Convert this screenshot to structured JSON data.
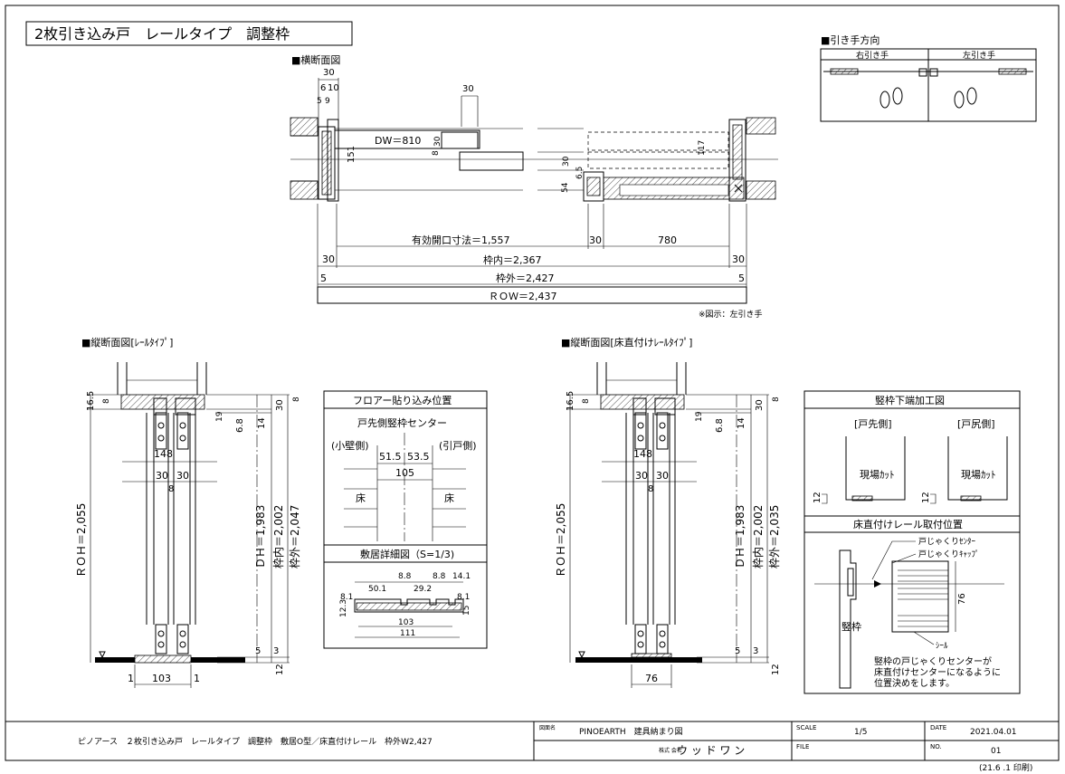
{
  "title": "2枚引き込み戸　レールタイプ　調整枠",
  "plan": {
    "heading": "■横断面図",
    "dims_top": [
      "30",
      "6",
      "10",
      "5",
      "9",
      "30"
    ],
    "dw": "DW＝810",
    "small": [
      "30",
      "8",
      "151",
      "30",
      "6.5",
      "54",
      "117"
    ],
    "eff_label": "有効開口寸法＝1,557",
    "eff_30": "30",
    "eff_780": "780",
    "inner_label": "枠内＝2,367",
    "inner_30a": "30",
    "inner_30b": "30",
    "outer_label": "枠外＝2,427",
    "outer_5a": "5",
    "outer_5b": "5",
    "row_label": "ＲＯＷ＝2,437",
    "note": "※図示：左引き手"
  },
  "pull": {
    "heading": "■引き手方向",
    "right": "右引き手",
    "left": "左引き手"
  },
  "sec_rail": {
    "heading": "■縦断面図[ﾚｰﾙﾀｲﾌﾟ]",
    "d16": "16.5",
    "d8a": "8",
    "d19": "19",
    "d68": "6.8",
    "d14": "14",
    "d30": "30",
    "d8b": "8",
    "d148": "148",
    "d30a": "30",
    "d30b": "30",
    "d8c": "8",
    "roh": "ＲＯＨ＝2,055",
    "dh": "ＤＨ＝1,983",
    "inner": "枠内＝2,002",
    "outer": "枠外＝2,047",
    "d5": "5",
    "d3": "3",
    "d12": "12",
    "b1a": "1",
    "b103": "103",
    "b1b": "1"
  },
  "floor": {
    "heading": "フロアー貼り込み位置",
    "sub": "戸先側竪枠センター",
    "left": "(小壁側)",
    "right": "(引戸側)",
    "d515": "51.5",
    "d535": "53.5",
    "d105": "105",
    "floor_l": "床",
    "floor_r": "床"
  },
  "sill": {
    "heading": "敷居詳細図（S=1/3)",
    "d88a": "8.8",
    "d88b": "8.8",
    "d141": "14.1",
    "d501": "50.1",
    "d292": "29.2",
    "d81a": "8.1",
    "d81b": "8.1",
    "d123": "12.3",
    "d15": "15",
    "d103": "103",
    "d111": "111"
  },
  "sec_floor": {
    "heading": "■縦断面図[床直付けﾚｰﾙﾀｲﾌﾟ]",
    "d16": "16.5",
    "d8a": "8",
    "d19": "19",
    "d68": "6.8",
    "d14": "14",
    "d30": "30",
    "d8b": "8",
    "d148": "148",
    "d30a": "30",
    "d30b": "30",
    "d8c": "8",
    "roh": "ＲＯＨ＝2,055",
    "dh": "ＤＨ＝1,983",
    "inner": "枠内＝2,002",
    "outer": "枠外＝2,035",
    "d5": "5",
    "d3": "3",
    "d12": "12",
    "b76": "76"
  },
  "jamb": {
    "heading": "竪枠下端加工図",
    "front": "[戸先側]",
    "back": "[戸尻側]",
    "cut1": "現場ｶｯﾄ",
    "cut2": "現場ｶｯﾄ",
    "d12a": "12",
    "d12b": "12"
  },
  "railpos": {
    "heading": "床直付けレール取付位置",
    "c1": "戸じゃくりｾﾝﾀｰ",
    "c2": "戸じゃくりｷｬｯﾌﾟ",
    "d76": "76",
    "jamb": "竪枠",
    "seal": "ｼｰﾙ",
    "note1": "竪枠の戸じゃくりセンターが",
    "note2": "床直付けセンターになるように",
    "note3": "位置決めをします。"
  },
  "footer": {
    "desc": "ピノアース　２枚引き込み戸　レールタイプ　調整枠　敷居O型／床直付けレール　枠外W2,427",
    "lbl_drawing": "図面名",
    "drawing": "PINOEARTH　建具納まり図",
    "lbl_company": "株式\n会社",
    "company": "ウ ッ ド ワ ン",
    "lbl_scale": "SCALE",
    "scale": "1/5",
    "lbl_date": "DATE",
    "date": "2021.04.01",
    "lbl_file": "FILE",
    "lbl_no": "NO.",
    "no": "01",
    "print": "(21.6 .1  印刷)"
  }
}
